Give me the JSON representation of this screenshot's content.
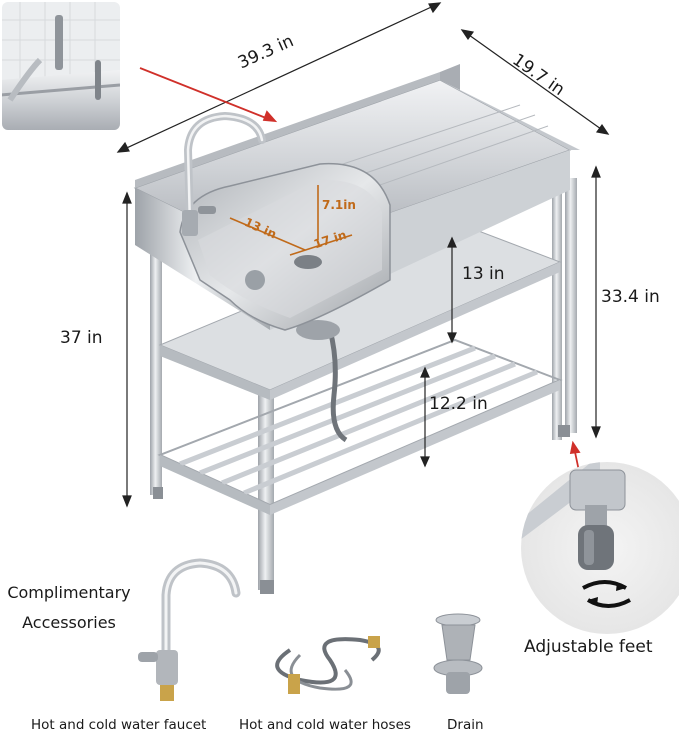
{
  "dimensions": {
    "width": "39.3 in",
    "depth": "19.7 in",
    "total_height": "37 in",
    "leg_height": "33.4 in",
    "shelf_gap_upper": "13 in",
    "shelf_gap_lower": "12.2 in",
    "bowl_length": "13 in",
    "bowl_depth": "7.1in",
    "bowl_width": "17 in"
  },
  "accessories": {
    "title_line1": "Complimentary",
    "title_line2": "Accessories",
    "faucet_caption": "Hot and cold water faucet",
    "hoses_caption": "Hot and cold water hoses",
    "drain_caption": "Drain"
  },
  "feet_caption": "Adjustable feet",
  "colors": {
    "steel": "#c9ccd0",
    "steel_dark": "#8d9299",
    "dimension_line": "#222222",
    "callout_arrow": "#d0302a",
    "bowl_dimension": "#c06a1a"
  }
}
